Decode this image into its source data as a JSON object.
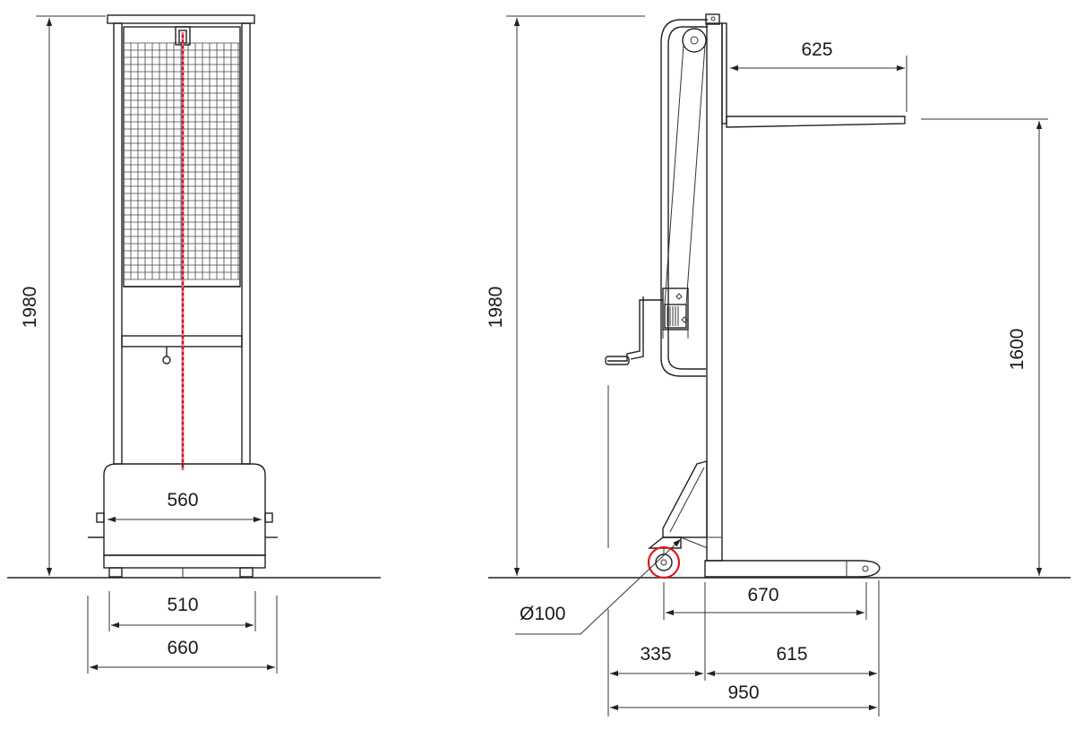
{
  "drawing": {
    "front_view": {
      "height_label": "1980",
      "base_inner_width_label": "560",
      "wheel_track_label": "510",
      "overall_width_label": "660"
    },
    "side_view": {
      "height_label": "1980",
      "fork_length_label": "625",
      "lift_height_label": "1600",
      "wheel_diameter_label": "Ø100",
      "leg_length_label": "670",
      "rear_overhang_label": "335",
      "front_section_label": "615",
      "overall_length_label": "950"
    },
    "colors": {
      "line": "#222222",
      "highlight": "#e01919",
      "chain": "#c0141e"
    }
  }
}
